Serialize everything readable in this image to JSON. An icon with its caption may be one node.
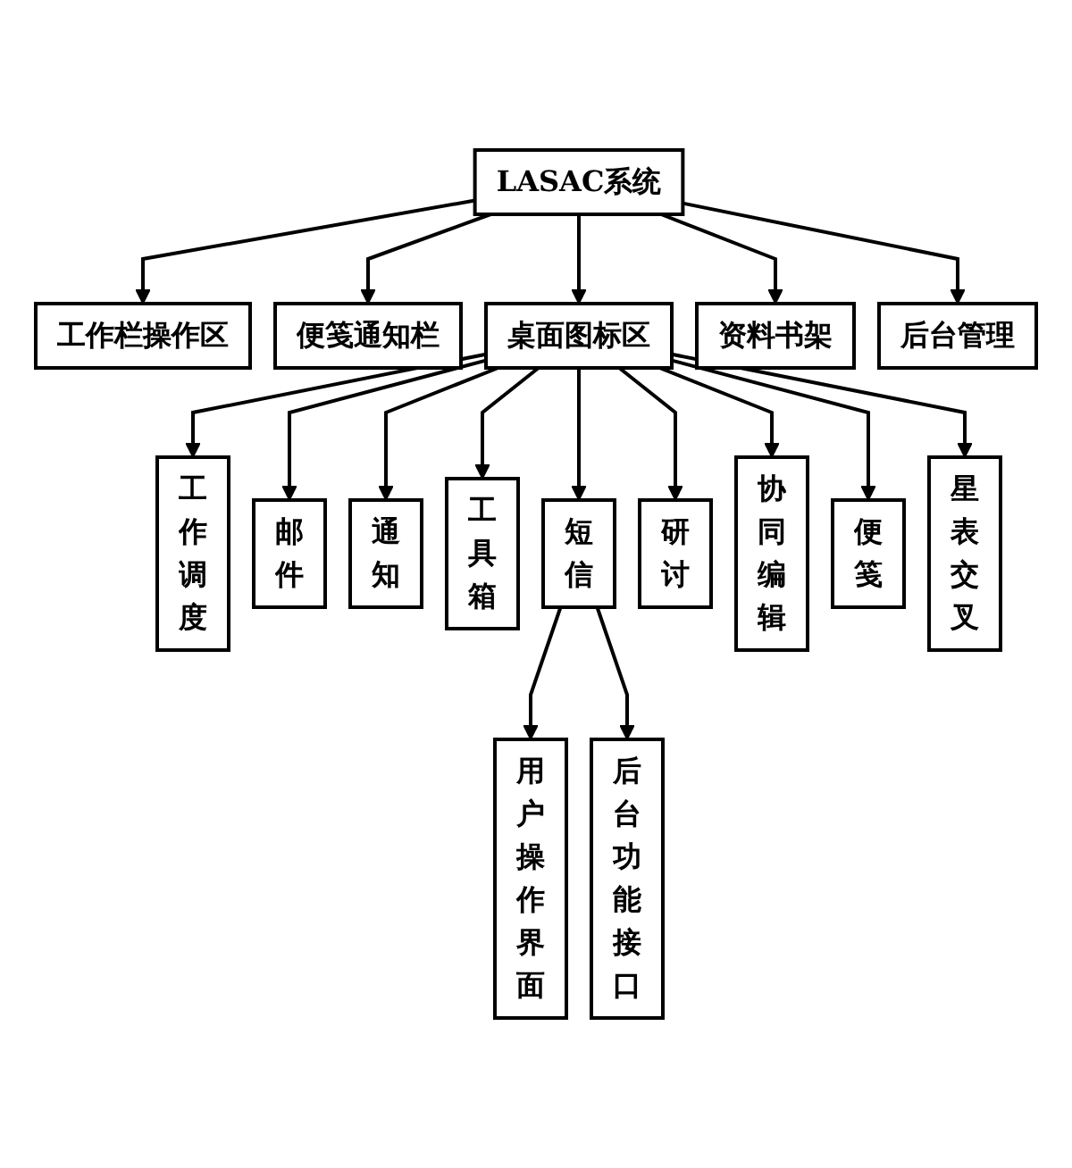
{
  "diagram": {
    "nodes": [
      {
        "text": [
          "LASAC系统"
        ]
      },
      {
        "text": [
          "工作栏操作区"
        ]
      },
      {
        "text": [
          "便笺通知栏"
        ]
      },
      {
        "text": [
          "桌面图标区"
        ]
      },
      {
        "text": [
          "资料书架"
        ]
      },
      {
        "text": [
          "后台管理"
        ]
      },
      {
        "text": [
          "工作调度"
        ]
      },
      {
        "text": [
          "邮件"
        ]
      },
      {
        "text": [
          "通知"
        ]
      },
      {
        "text": [
          "工具箱"
        ]
      },
      {
        "text": [
          "短信"
        ]
      },
      {
        "text": [
          "研讨"
        ]
      },
      {
        "text": [
          "协同编辑"
        ]
      },
      {
        "text": [
          "便笺"
        ]
      },
      {
        "text": [
          "星表交叉"
        ]
      },
      {
        "text": [
          "用户操作界面"
        ]
      },
      {
        "text": [
          "后台功能接口"
        ]
      }
    ],
    "edges": [
      {
        "from": 0,
        "to": 1,
        "arrow": "to"
      },
      {
        "from": 0,
        "to": 2,
        "arrow": "to"
      },
      {
        "from": 0,
        "to": 3,
        "arrow": "to"
      },
      {
        "from": 0,
        "to": 4,
        "arrow": "to"
      },
      {
        "from": 0,
        "to": 5,
        "arrow": "to"
      },
      {
        "from": 3,
        "to": 6,
        "arrow": "to"
      },
      {
        "from": 3,
        "to": 7,
        "arrow": "to"
      },
      {
        "from": 3,
        "to": 8,
        "arrow": "to"
      },
      {
        "from": 3,
        "to": 9,
        "arrow": "to"
      },
      {
        "from": 3,
        "to": 10,
        "arrow": "to"
      },
      {
        "from": 3,
        "to": 11,
        "arrow": "to"
      },
      {
        "from": 3,
        "to": 12,
        "arrow": "to"
      },
      {
        "from": 3,
        "to": 13,
        "arrow": "to"
      },
      {
        "from": 3,
        "to": 14,
        "arrow": "to"
      },
      {
        "from": 10,
        "to": 15,
        "arrow": "to"
      },
      {
        "from": 10,
        "to": 16,
        "arrow": "to"
      }
    ]
  }
}
